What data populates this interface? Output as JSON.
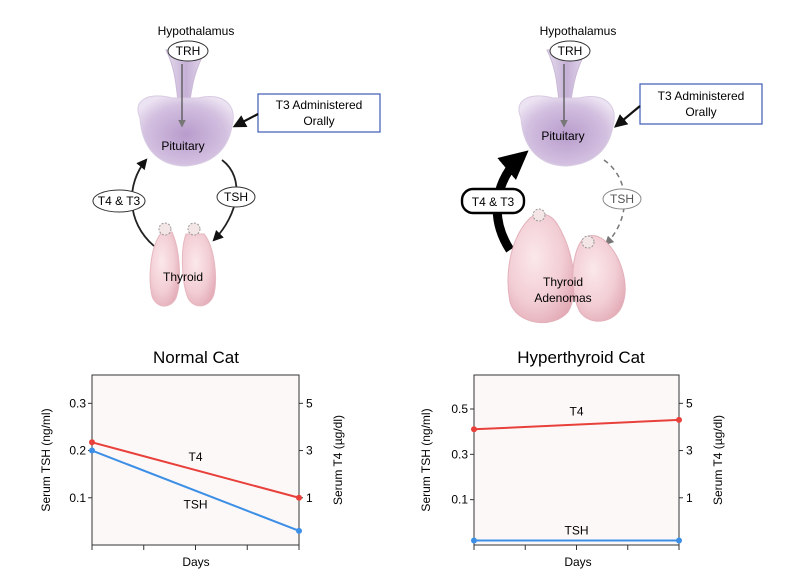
{
  "diagrams": [
    {
      "hypothalamus": "Hypothalamus",
      "trh": "TRH",
      "pituitary": "Pituitary",
      "t3_box_line1": "T3 Administered",
      "t3_box_line2": "Orally",
      "t4t3": "T4 & T3",
      "tsh": "TSH",
      "thyroid_line1": "Thyroid",
      "thyroid_line2": ""
    },
    {
      "hypothalamus": "Hypothalamus",
      "trh": "TRH",
      "pituitary": "Pituitary",
      "t3_box_line1": "T3 Administered",
      "t3_box_line2": "Orally",
      "t4t3": "T4 & T3",
      "tsh": "TSH",
      "thyroid_line1": "Thyroid",
      "thyroid_line2": "Adenomas"
    }
  ],
  "colors": {
    "t4_series": "#e8403a",
    "tsh_series": "#3d8fe6",
    "plot_background": "#fdf8f8",
    "pituitary": "#c9b2d9",
    "thyroid": "#f3cfd6",
    "box_border": "#3c5bb5"
  },
  "chart_data": [
    {
      "type": "line",
      "title": "Normal Cat",
      "xlabel": "Days",
      "ylabel_left": "Serum TSH (ng/ml)",
      "ylabel_right": "Serum T4 (µg/dl)",
      "left_ticks": [
        "0.1",
        "0.2",
        "0.3"
      ],
      "right_ticks": [
        "1",
        "3",
        "5"
      ],
      "ylim_left": [
        0,
        0.36
      ],
      "ylim_right": [
        -1,
        6.2
      ],
      "x": [
        0,
        4
      ],
      "x_tick_count": 5,
      "series": [
        {
          "name": "T4",
          "axis": "right",
          "values": [
            3.35,
            1.0
          ]
        },
        {
          "name": "TSH",
          "axis": "left",
          "values": [
            0.2,
            0.03
          ]
        }
      ]
    },
    {
      "type": "line",
      "title": "Hyperthyroid Cat",
      "xlabel": "Days",
      "ylabel_left": "Serum TSH (ng/ml)",
      "ylabel_right": "Serum T4 (µg/dl)",
      "left_ticks": [
        "0.1",
        "0.3",
        "0.5"
      ],
      "right_ticks": [
        "1",
        "3",
        "5"
      ],
      "ylim_left": [
        -0.1,
        0.65
      ],
      "ylim_right": [
        -1,
        6.2
      ],
      "x": [
        0,
        4
      ],
      "x_tick_count": 5,
      "series": [
        {
          "name": "T4",
          "axis": "right",
          "values": [
            3.9,
            4.3
          ]
        },
        {
          "name": "TSH",
          "axis": "left",
          "values": [
            -0.08,
            -0.08
          ]
        }
      ]
    }
  ]
}
